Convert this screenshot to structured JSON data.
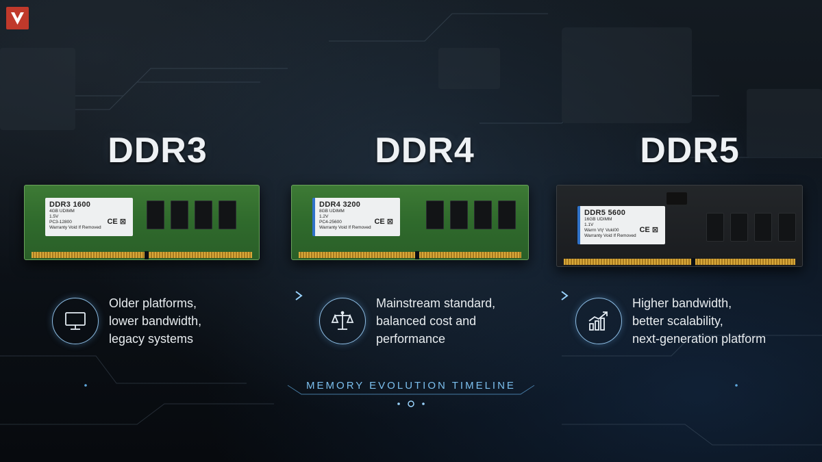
{
  "modules": [
    {
      "title": "DDR3",
      "label_name": "DDR3 1600",
      "label_specs": [
        "4GB UDIMM",
        "1.5V",
        "PC3-12800",
        "Warranty Void If Removed"
      ],
      "ce_mark": "CE ⊠",
      "feature": [
        "Older platforms,",
        "lower bandwidth,",
        "legacy systems"
      ],
      "icon": "monitor-icon"
    },
    {
      "title": "DDR4",
      "label_name": "DDR4 3200",
      "label_specs": [
        "8GB UDIMM",
        "1.2V",
        "PC4-25600",
        "Warranty Void If Removed"
      ],
      "ce_mark": "CE ⊠",
      "feature": [
        "Mainstream standard,",
        "balanced cost and",
        "performance"
      ],
      "icon": "balance-scale-icon"
    },
    {
      "title": "DDR5",
      "label_name": "DDR5 5600",
      "label_specs": [
        "16GB UDIMM",
        "1.1V",
        "Warrn Vtƒ Vuki00",
        "Warranty Void If Removed"
      ],
      "ce_mark": "CE ⊠",
      "feature": [
        "Higher bandwidth,",
        "better scalability,",
        "next-generation platform"
      ],
      "icon": "bar-chart-growth-icon"
    }
  ],
  "timeline_label": "MEMORY EVOLUTION TIMELINE",
  "colors": {
    "accent": "#7cc0ef",
    "pcb_green": "#2f6a2c",
    "pcb_black": "#1a1c1f",
    "gold_pins": "#d9a93a",
    "logo_red": "#c0392b"
  }
}
